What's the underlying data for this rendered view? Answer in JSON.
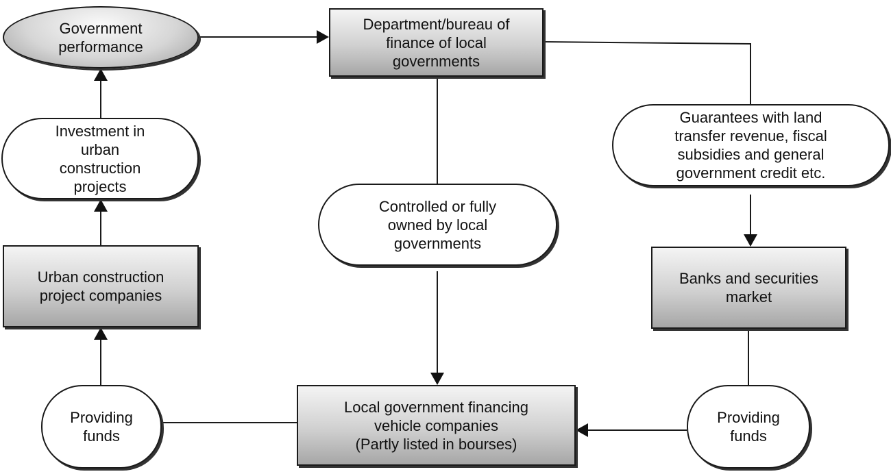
{
  "nodes": {
    "government_performance": "Government\nperformance",
    "department_finance": "Department/bureau of\nfinance of local\ngovernments",
    "guarantees": "Guarantees with land\ntransfer revenue, fiscal\nsubsidies and general\ngovernment credit etc.",
    "investment_urban": "Investment in\nurban\nconstruction\nprojects",
    "controlled_owned": "Controlled or fully\nowned by local\ngovernments",
    "urban_companies": "Urban construction\nproject companies",
    "banks_securities": "Banks and securities\nmarket",
    "providing_funds_left": "Providing\nfunds",
    "lgfv_companies": "Local government financing\nvehicle companies\n(Partly listed in bourses)",
    "providing_funds_right": "Providing\nfunds"
  }
}
